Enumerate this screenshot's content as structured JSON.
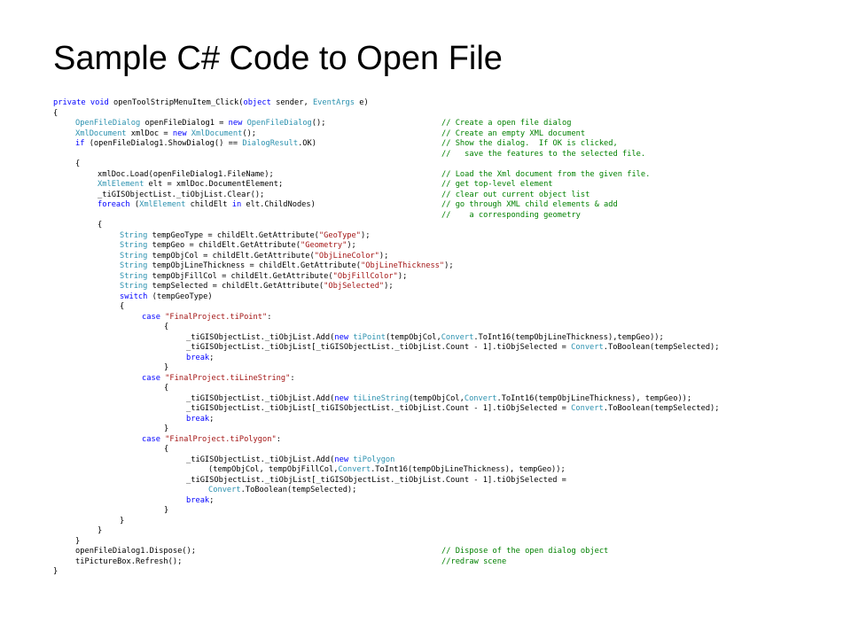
{
  "slide": {
    "title": "Sample C# Code to Open File"
  },
  "colors": {
    "keyword": "#0000ff",
    "type": "#2b91af",
    "string": "#a31515",
    "comment": "#008000",
    "text": "#000000"
  },
  "code": {
    "lines": [
      {
        "indent": 0,
        "segments": [
          {
            "t": "kw",
            "v": "private"
          },
          {
            "t": "plain",
            "v": " "
          },
          {
            "t": "kw",
            "v": "void"
          },
          {
            "t": "plain",
            "v": " openToolStripMenuItem_Click("
          },
          {
            "t": "kw",
            "v": "object"
          },
          {
            "t": "plain",
            "v": " sender, "
          },
          {
            "t": "type",
            "v": "EventArgs"
          },
          {
            "t": "plain",
            "v": " e)"
          }
        ],
        "comment": ""
      },
      {
        "indent": 0,
        "segments": [
          {
            "t": "plain",
            "v": "{"
          }
        ],
        "comment": ""
      },
      {
        "indent": 1,
        "segments": [
          {
            "t": "type",
            "v": "OpenFileDialog"
          },
          {
            "t": "plain",
            "v": " openFileDialog1 = "
          },
          {
            "t": "kw",
            "v": "new"
          },
          {
            "t": "plain",
            "v": " "
          },
          {
            "t": "type",
            "v": "OpenFileDialog"
          },
          {
            "t": "plain",
            "v": "();"
          }
        ],
        "comment": "// Create a open file dialog"
      },
      {
        "indent": 1,
        "segments": [
          {
            "t": "type",
            "v": "XmlDocument"
          },
          {
            "t": "plain",
            "v": " xmlDoc = "
          },
          {
            "t": "kw",
            "v": "new"
          },
          {
            "t": "plain",
            "v": " "
          },
          {
            "t": "type",
            "v": "XmlDocument"
          },
          {
            "t": "plain",
            "v": "();"
          }
        ],
        "comment": "// Create an empty XML document"
      },
      {
        "indent": 1,
        "segments": [
          {
            "t": "kw",
            "v": "if"
          },
          {
            "t": "plain",
            "v": " (openFileDialog1.ShowDialog() == "
          },
          {
            "t": "type",
            "v": "DialogResult"
          },
          {
            "t": "plain",
            "v": ".OK)"
          }
        ],
        "comment": "// Show the dialog.  If OK is clicked,"
      },
      {
        "indent": 1,
        "segments": [],
        "comment": "//   save the features to the selected file."
      },
      {
        "indent": 1,
        "segments": [
          {
            "t": "plain",
            "v": "{"
          }
        ],
        "comment": ""
      },
      {
        "indent": 2,
        "segments": [
          {
            "t": "plain",
            "v": "xmlDoc.Load(openFileDialog1.FileName);"
          }
        ],
        "comment": "// Load the Xml document from the given file."
      },
      {
        "indent": 2,
        "segments": [
          {
            "t": "type",
            "v": "XmlElement"
          },
          {
            "t": "plain",
            "v": " elt = xmlDoc.DocumentElement;"
          }
        ],
        "comment": "// get top-level element"
      },
      {
        "indent": 2,
        "segments": [
          {
            "t": "plain",
            "v": "_tiGISObjectList._tiObjList.Clear();"
          }
        ],
        "comment": "// clear out current object list"
      },
      {
        "indent": 2,
        "segments": [
          {
            "t": "kw",
            "v": "foreach"
          },
          {
            "t": "plain",
            "v": " ("
          },
          {
            "t": "type",
            "v": "XmlElement"
          },
          {
            "t": "plain",
            "v": " childElt "
          },
          {
            "t": "kw",
            "v": "in"
          },
          {
            "t": "plain",
            "v": " elt.ChildNodes)"
          }
        ],
        "comment": "// go through XML child elements & add"
      },
      {
        "indent": 2,
        "segments": [],
        "comment": "//    a corresponding geometry"
      },
      {
        "indent": 2,
        "segments": [
          {
            "t": "plain",
            "v": "{"
          }
        ],
        "comment": ""
      },
      {
        "indent": 3,
        "segments": [
          {
            "t": "type",
            "v": "String"
          },
          {
            "t": "plain",
            "v": " tempGeoType = childElt.GetAttribute("
          },
          {
            "t": "str",
            "v": "\"GeoType\""
          },
          {
            "t": "plain",
            "v": ");"
          }
        ],
        "comment": ""
      },
      {
        "indent": 3,
        "segments": [
          {
            "t": "type",
            "v": "String"
          },
          {
            "t": "plain",
            "v": " tempGeo = childElt.GetAttribute("
          },
          {
            "t": "str",
            "v": "\"Geometry\""
          },
          {
            "t": "plain",
            "v": ");"
          }
        ],
        "comment": ""
      },
      {
        "indent": 3,
        "segments": [
          {
            "t": "type",
            "v": "String"
          },
          {
            "t": "plain",
            "v": " tempObjCol = childElt.GetAttribute("
          },
          {
            "t": "str",
            "v": "\"ObjLineColor\""
          },
          {
            "t": "plain",
            "v": ");"
          }
        ],
        "comment": ""
      },
      {
        "indent": 3,
        "segments": [
          {
            "t": "type",
            "v": "String"
          },
          {
            "t": "plain",
            "v": " tempObjLineThickness = childElt.GetAttribute("
          },
          {
            "t": "str",
            "v": "\"ObjLineThickness\""
          },
          {
            "t": "plain",
            "v": ");"
          }
        ],
        "comment": ""
      },
      {
        "indent": 3,
        "segments": [
          {
            "t": "type",
            "v": "String"
          },
          {
            "t": "plain",
            "v": " tempObjFillCol = childElt.GetAttribute("
          },
          {
            "t": "str",
            "v": "\"ObjFillColor\""
          },
          {
            "t": "plain",
            "v": ");"
          }
        ],
        "comment": ""
      },
      {
        "indent": 3,
        "segments": [
          {
            "t": "type",
            "v": "String"
          },
          {
            "t": "plain",
            "v": " tempSelected = childElt.GetAttribute("
          },
          {
            "t": "str",
            "v": "\"ObjSelected\""
          },
          {
            "t": "plain",
            "v": ");"
          }
        ],
        "comment": ""
      },
      {
        "indent": 3,
        "segments": [
          {
            "t": "kw",
            "v": "switch"
          },
          {
            "t": "plain",
            "v": " (tempGeoType)"
          }
        ],
        "comment": ""
      },
      {
        "indent": 3,
        "segments": [
          {
            "t": "plain",
            "v": "{"
          }
        ],
        "comment": ""
      },
      {
        "indent": 4,
        "segments": [
          {
            "t": "kw",
            "v": "case"
          },
          {
            "t": "plain",
            "v": " "
          },
          {
            "t": "str",
            "v": "\"FinalProject.tiPoint\""
          },
          {
            "t": "plain",
            "v": ":"
          }
        ],
        "comment": ""
      },
      {
        "indent": 5,
        "segments": [
          {
            "t": "plain",
            "v": "{"
          }
        ],
        "comment": ""
      },
      {
        "indent": 6,
        "segments": [
          {
            "t": "plain",
            "v": "_tiGISObjectList._tiObjList.Add("
          },
          {
            "t": "kw",
            "v": "new"
          },
          {
            "t": "plain",
            "v": " "
          },
          {
            "t": "type",
            "v": "tiPoint"
          },
          {
            "t": "plain",
            "v": "(tempObjCol,"
          },
          {
            "t": "type",
            "v": "Convert"
          },
          {
            "t": "plain",
            "v": ".ToInt16(tempObjLineThickness),tempGeo));"
          }
        ],
        "comment": ""
      },
      {
        "indent": 6,
        "segments": [
          {
            "t": "plain",
            "v": "_tiGISObjectList._tiObjList[_tiGISObjectList._tiObjList.Count - 1].tiObjSelected = "
          },
          {
            "t": "type",
            "v": "Convert"
          },
          {
            "t": "plain",
            "v": ".ToBoolean(tempSelected);"
          }
        ],
        "comment": ""
      },
      {
        "indent": 6,
        "segments": [
          {
            "t": "kw",
            "v": "break"
          },
          {
            "t": "plain",
            "v": ";"
          }
        ],
        "comment": ""
      },
      {
        "indent": 5,
        "segments": [
          {
            "t": "plain",
            "v": "}"
          }
        ],
        "comment": ""
      },
      {
        "indent": 4,
        "segments": [
          {
            "t": "kw",
            "v": "case"
          },
          {
            "t": "plain",
            "v": " "
          },
          {
            "t": "str",
            "v": "\"FinalProject.tiLineString\""
          },
          {
            "t": "plain",
            "v": ":"
          }
        ],
        "comment": ""
      },
      {
        "indent": 5,
        "segments": [
          {
            "t": "plain",
            "v": "{"
          }
        ],
        "comment": ""
      },
      {
        "indent": 6,
        "segments": [
          {
            "t": "plain",
            "v": "_tiGISObjectList._tiObjList.Add("
          },
          {
            "t": "kw",
            "v": "new"
          },
          {
            "t": "plain",
            "v": " "
          },
          {
            "t": "type",
            "v": "tiLineString"
          },
          {
            "t": "plain",
            "v": "(tempObjCol,"
          },
          {
            "t": "type",
            "v": "Convert"
          },
          {
            "t": "plain",
            "v": ".ToInt16(tempObjLineThickness), tempGeo));"
          }
        ],
        "comment": ""
      },
      {
        "indent": 6,
        "segments": [
          {
            "t": "plain",
            "v": "_tiGISObjectList._tiObjList[_tiGISObjectList._tiObjList.Count - 1].tiObjSelected = "
          },
          {
            "t": "type",
            "v": "Convert"
          },
          {
            "t": "plain",
            "v": ".ToBoolean(tempSelected);"
          }
        ],
        "comment": ""
      },
      {
        "indent": 6,
        "segments": [
          {
            "t": "kw",
            "v": "break"
          },
          {
            "t": "plain",
            "v": ";"
          }
        ],
        "comment": ""
      },
      {
        "indent": 5,
        "segments": [
          {
            "t": "plain",
            "v": "}"
          }
        ],
        "comment": ""
      },
      {
        "indent": 4,
        "segments": [
          {
            "t": "kw",
            "v": "case"
          },
          {
            "t": "plain",
            "v": " "
          },
          {
            "t": "str",
            "v": "\"FinalProject.tiPolygon\""
          },
          {
            "t": "plain",
            "v": ":"
          }
        ],
        "comment": ""
      },
      {
        "indent": 5,
        "segments": [
          {
            "t": "plain",
            "v": "{"
          }
        ],
        "comment": ""
      },
      {
        "indent": 6,
        "segments": [
          {
            "t": "plain",
            "v": "_tiGISObjectList._tiObjList.Add("
          },
          {
            "t": "kw",
            "v": "new"
          },
          {
            "t": "plain",
            "v": " "
          },
          {
            "t": "type",
            "v": "tiPolygon"
          }
        ],
        "comment": ""
      },
      {
        "indent": 7,
        "segments": [
          {
            "t": "plain",
            "v": "(tempObjCol, tempObjFillCol,"
          },
          {
            "t": "type",
            "v": "Convert"
          },
          {
            "t": "plain",
            "v": ".ToInt16(tempObjLineThickness), tempGeo));"
          }
        ],
        "comment": ""
      },
      {
        "indent": 6,
        "segments": [
          {
            "t": "plain",
            "v": "_tiGISObjectList._tiObjList[_tiGISObjectList._tiObjList.Count - 1].tiObjSelected ="
          }
        ],
        "comment": ""
      },
      {
        "indent": 7,
        "segments": [
          {
            "t": "type",
            "v": "Convert"
          },
          {
            "t": "plain",
            "v": ".ToBoolean(tempSelected);"
          }
        ],
        "comment": ""
      },
      {
        "indent": 6,
        "segments": [
          {
            "t": "kw",
            "v": "break"
          },
          {
            "t": "plain",
            "v": ";"
          }
        ],
        "comment": ""
      },
      {
        "indent": 5,
        "segments": [
          {
            "t": "plain",
            "v": "}"
          }
        ],
        "comment": ""
      },
      {
        "indent": 3,
        "segments": [
          {
            "t": "plain",
            "v": "}"
          }
        ],
        "comment": ""
      },
      {
        "indent": 2,
        "segments": [
          {
            "t": "plain",
            "v": "}"
          }
        ],
        "comment": ""
      },
      {
        "indent": 1,
        "segments": [
          {
            "t": "plain",
            "v": "}"
          }
        ],
        "comment": ""
      },
      {
        "indent": 1,
        "segments": [
          {
            "t": "plain",
            "v": "openFileDialog1.Dispose();"
          }
        ],
        "comment": "// Dispose of the open dialog object"
      },
      {
        "indent": 1,
        "segments": [
          {
            "t": "plain",
            "v": "tiPictureBox.Refresh();"
          }
        ],
        "comment": "//redraw scene"
      },
      {
        "indent": 0,
        "segments": [
          {
            "t": "plain",
            "v": "}"
          }
        ],
        "comment": ""
      }
    ]
  }
}
